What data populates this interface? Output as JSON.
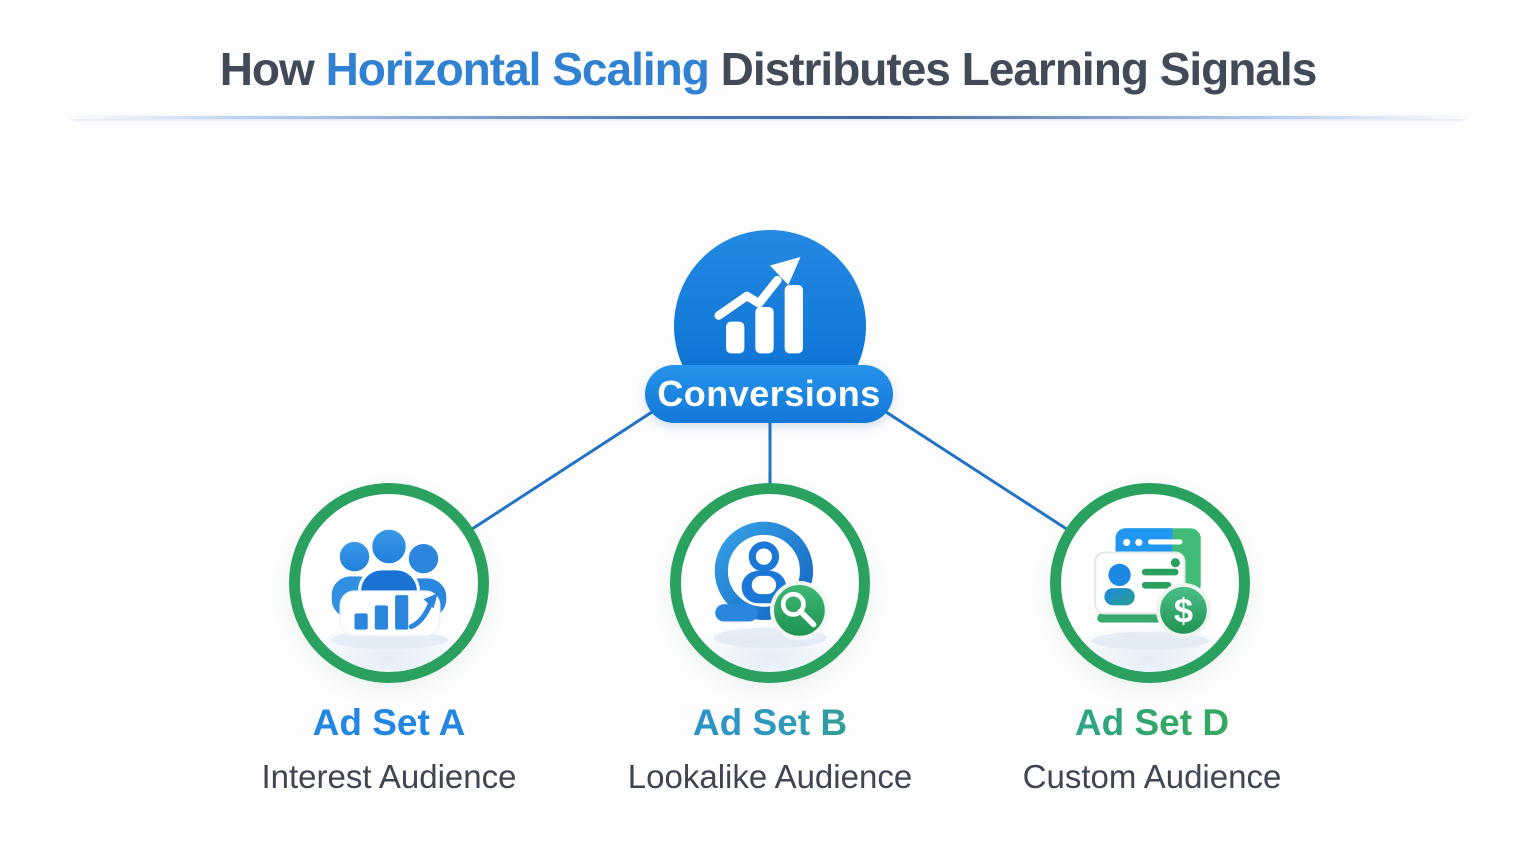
{
  "title": {
    "prefix": "How ",
    "highlight": "Horizontal Scaling",
    "suffix": " Distributes Learning Signals"
  },
  "root_node": {
    "label": "Conversions",
    "icon": "growth-chart-icon"
  },
  "ad_sets": [
    {
      "id": "A",
      "name": "Ad Set A",
      "audience": "Interest Audience",
      "icon": "audience-group-icon"
    },
    {
      "id": "B",
      "name": "Ad Set B",
      "audience": "Lookalike Audience",
      "icon": "lookalike-search-icon"
    },
    {
      "id": "D",
      "name": "Ad Set D",
      "audience": "Custom Audience",
      "icon": "custom-audience-card-icon"
    }
  ],
  "colors": {
    "title_dark": "#414a56",
    "title_highlight_blue": "#3181d3",
    "node_blue": "#1b84e0",
    "ring_green": "#2aa15e",
    "badge_green": "#2ea866",
    "connector_blue": "#2373c5",
    "adset_a_name": "#2287e2",
    "adset_b_name_gradient_start": "#2b87dd",
    "adset_b_name_gradient_end": "#34a853",
    "adset_d_name_gradient_start": "#2aa3ad",
    "adset_d_name_gradient_end": "#34ab59"
  }
}
